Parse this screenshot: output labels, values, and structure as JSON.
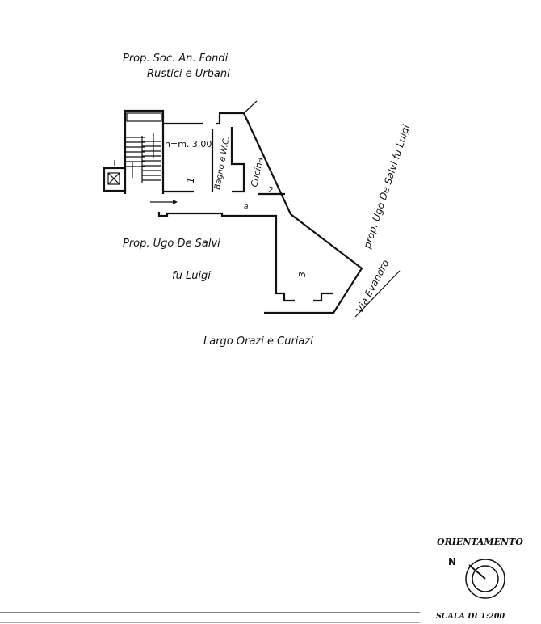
{
  "labels": {
    "owner_top_line1": "Prop. Soc. An. Fondi",
    "owner_top_line2": "Rustici e Urbani",
    "height": "h=m. 3,00",
    "room1": "1",
    "bathroom": "Bagno e W.C.",
    "kitchen": "Cucina",
    "room2": "2",
    "hall": "a",
    "room3": "3",
    "owner_right": "prop. Ugo De Salvi fu Luigi",
    "owner_left_line1": "Prop. Ugo De Salvi",
    "owner_left_line2": "fu Luigi",
    "street_right": "Via Evandro",
    "street_bottom": "Largo Orazi e Curiazi"
  },
  "legend": {
    "orientation_title": "ORIENTAMENTO",
    "north": "N",
    "scale": "SCALA DI 1:200"
  }
}
